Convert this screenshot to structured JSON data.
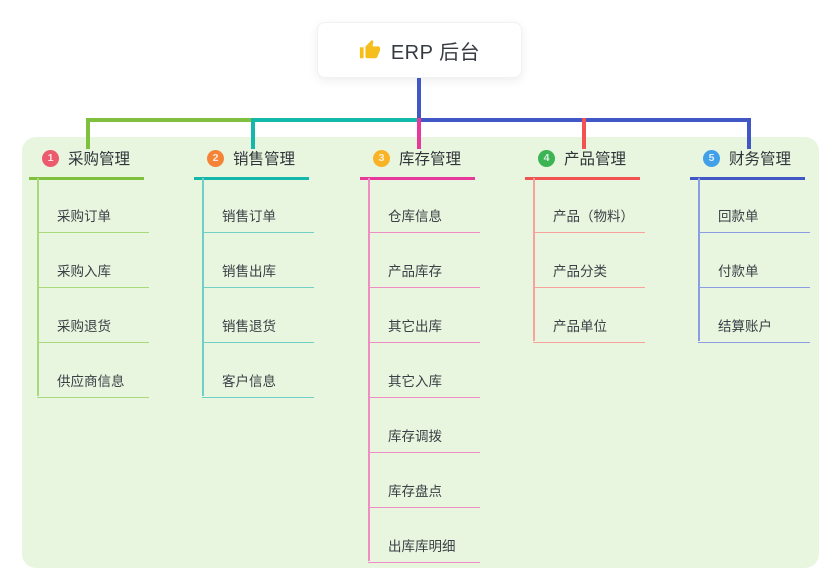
{
  "root": {
    "title": "ERP 后台",
    "icon": "thumbs-up-icon",
    "icon_color": "#f5be1b"
  },
  "colors": {
    "panel_bg": "#e8f6df",
    "root_stem": "#4257c6"
  },
  "branches": [
    {
      "num": "1",
      "title": "采购管理",
      "badge_color": "#ec5b6d",
      "line_color": "#7fc13e",
      "sub_line_color": "#a9d87d",
      "items": [
        "采购订单",
        "采购入库",
        "采购退货",
        "供应商信息"
      ]
    },
    {
      "num": "2",
      "title": "销售管理",
      "badge_color": "#f58438",
      "line_color": "#14b8ab",
      "sub_line_color": "#72cfc6",
      "items": [
        "销售订单",
        "销售出库",
        "销售退货",
        "客户信息"
      ]
    },
    {
      "num": "3",
      "title": "库存管理",
      "badge_color": "#f9b327",
      "line_color": "#e6399b",
      "sub_line_color": "#f08cc4",
      "items": [
        "仓库信息",
        "产品库存",
        "其它出库",
        "其它入库",
        "库存调拨",
        "库存盘点",
        "出库库明细"
      ]
    },
    {
      "num": "4",
      "title": "产品管理",
      "badge_color": "#3cb454",
      "line_color": "#f25252",
      "sub_line_color": "#f8a19d",
      "items": [
        "产品（物料）",
        "产品分类",
        "产品单位"
      ]
    },
    {
      "num": "5",
      "title": "财务管理",
      "badge_color": "#41a0e8",
      "line_color": "#4257c6",
      "sub_line_color": "#8b9ce0",
      "items": [
        "回款单",
        "付款单",
        "结算账户"
      ]
    }
  ]
}
